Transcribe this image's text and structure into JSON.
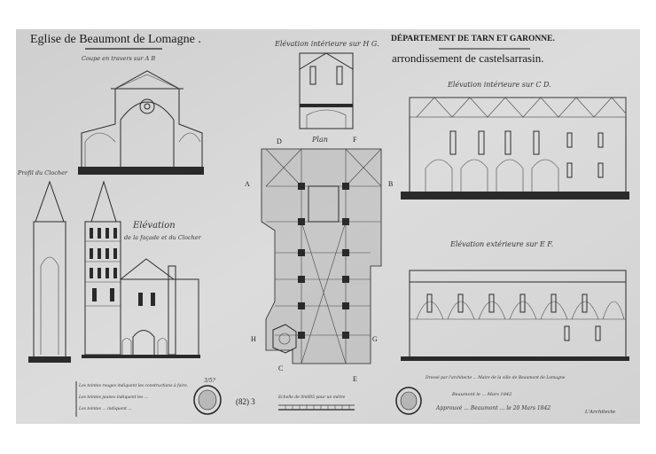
{
  "sheet": {
    "title": "Eglise de Beaumont de Lomagne .",
    "department": "DÉPARTEMENT DE TARN ET GARONNE.",
    "arrondissement": "arrondissement de castelsarrasin.",
    "archive_number": "(82) 3",
    "catalog_mark": "3/5?"
  },
  "views": {
    "section_ab": "Coupe en travers sur A B",
    "elevation_hg": "Elévation intérieure sur H G.",
    "plan": "Plan",
    "elevation_cd": "Elévation intérieure sur C D.",
    "elevation_ef": "Elévation extérieure sur E F.",
    "bell_tower_profile": "Profil du Clocher",
    "facade_elevation_title": "Elévation",
    "facade_elevation_sub": "de la façade et du Clocher"
  },
  "plan_letters": {
    "a": "A",
    "b": "B",
    "c": "C",
    "d": "D",
    "e": "E",
    "f": "F",
    "g": "G",
    "h": "H"
  },
  "legend": {
    "line1": "Les teintes rouges indiquent les constructions à faire.",
    "line2": "Les teintes jaunes indiquent les ...",
    "line3": "Les teintes ... indiquent ..."
  },
  "scale_label": "Echelle de 0m005 pour un mètre",
  "signature_note": {
    "line1": "Dressé par l'architecte ... Maire de la ville de Beaumont de Lomagne",
    "line2": "Beaumont le ... Mars 1842",
    "line3": "Approuvé ... Beaumont ... le 20 Mars 1842",
    "signer": "L'Architecte"
  }
}
